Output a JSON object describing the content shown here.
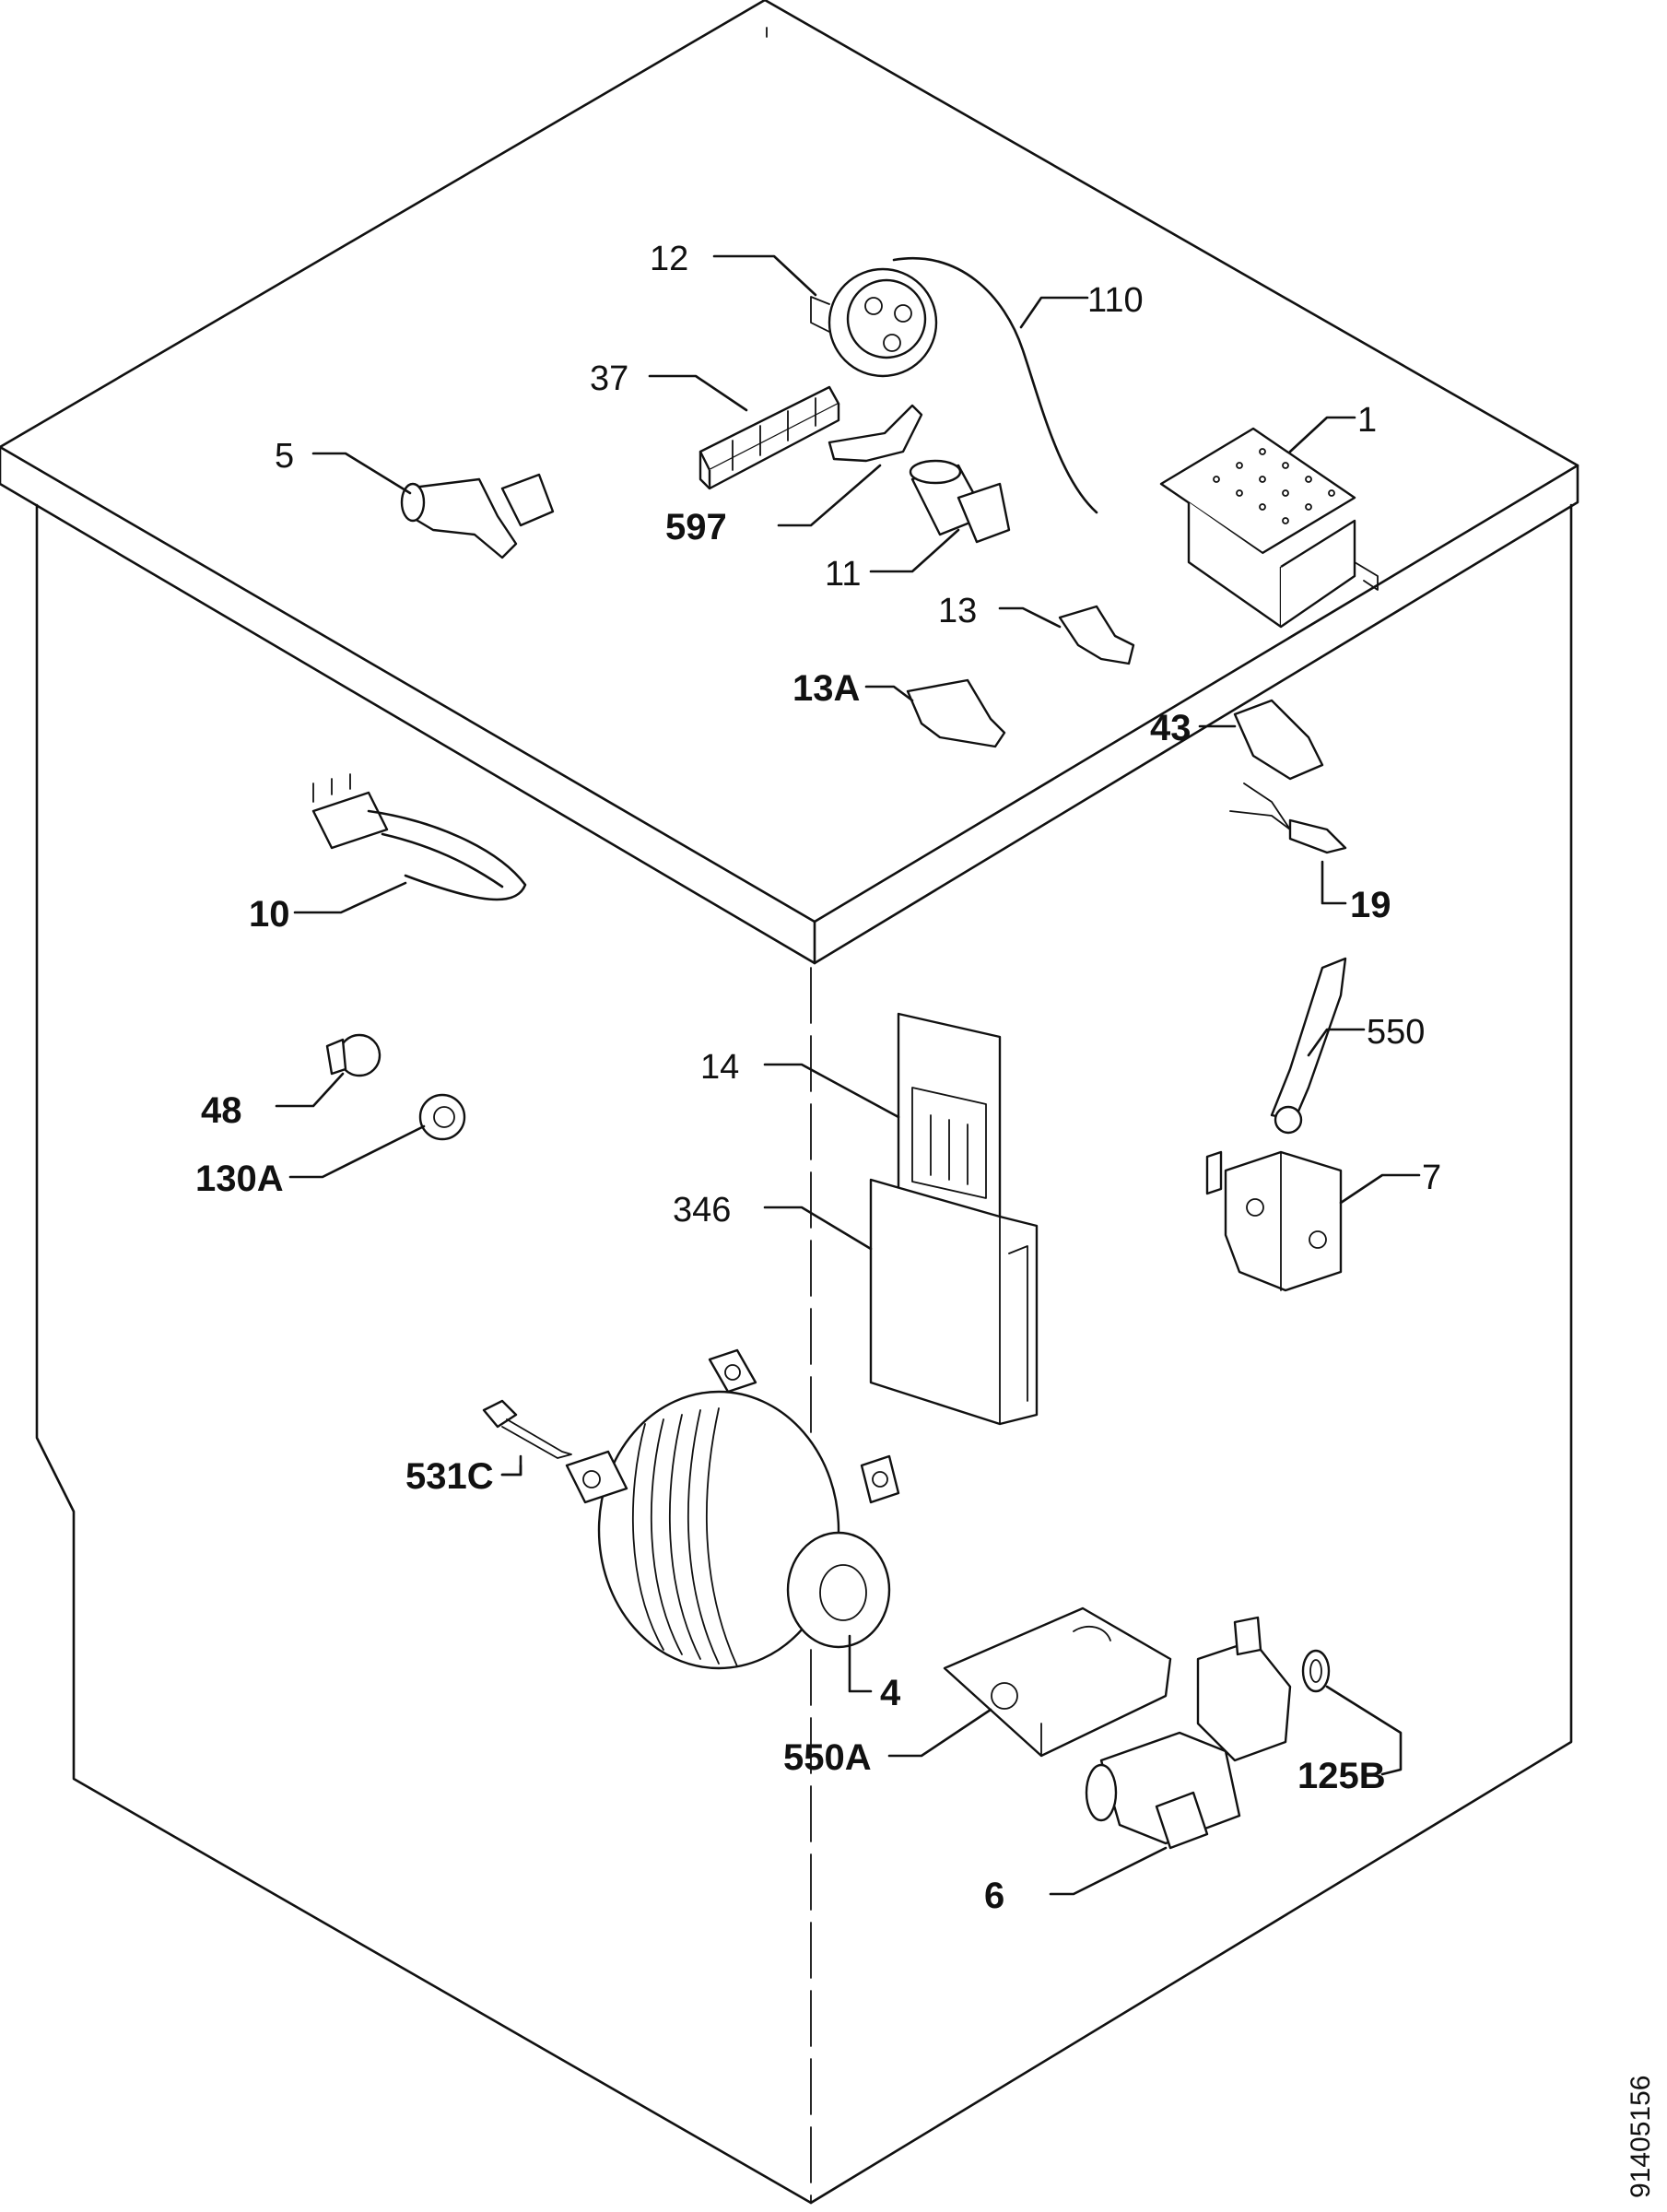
{
  "diagram": {
    "document_id": "91405156",
    "labels": {
      "p1": "1",
      "p4": "4",
      "p5": "5",
      "p6": "6",
      "p7": "7",
      "p10": "10",
      "p11": "11",
      "p12": "12",
      "p13": "13",
      "p13a": "13A",
      "p14": "14",
      "p19": "19",
      "p37": "37",
      "p43": "43",
      "p48": "48",
      "p110": "110",
      "p125b": "125B",
      "p130a": "130A",
      "p346": "346",
      "p531c": "531C",
      "p550": "550",
      "p550a": "550A",
      "p597": "597"
    }
  }
}
